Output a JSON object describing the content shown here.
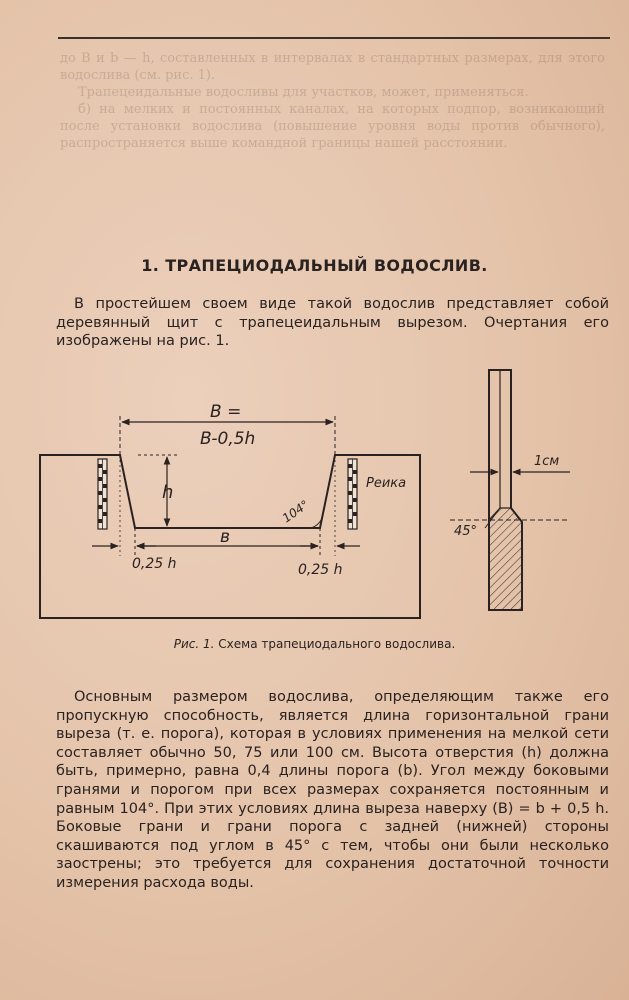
{
  "page": {
    "bleed_through_lines": [
      "до В и b — h, составленных в интервалах в стандартных размерах, для этого водослива (см. рис. 1).",
      "Трапецеидальные водосливы для участков, может, применяться.",
      "б) на мелких и постоянных каналах, на которых подпор, возникающий после установки водослива (повышение уровня воды против обычного), распространяется выше командной границы нашей расстоянии."
    ],
    "heading": "1. ТРАПЕЦИОДАЛЬНЫЙ ВОДОСЛИВ.",
    "intro_paragraph": "В простейшем своем виде такой водослив представляет собой деревянный щит с трапецеидальным вырезом. Очертания его изображены на рис. 1.",
    "figure": {
      "label_B_top": "B =",
      "label_B_bottom": "B-0,5h",
      "label_h": "h",
      "label_b": "в",
      "label_angle": "104°",
      "label_left_offset": "0,25 h",
      "label_right_offset": "0,25 h",
      "label_reika": "Реика",
      "label_one_cm": "1см",
      "label_45": "45°",
      "caption_label": "Рис. 1.",
      "caption_text": "Схема трапециодального водослива."
    },
    "body_paragraph": "Основным размером водослива, определяющим также его пропускную способность, является длина горизонтальной грани выреза (т. е. порога), которая в условиях применения на мелкой сети составляет обычно 50, 75 или 100 см. Высота отверстия (h) должна быть, примерно, равна 0,4 длины порога (b). Угол между боковыми гранями и порогом при всех размерах сохраняется постоянным и равным 104°. При этих условиях длина выреза наверху (B) = b + 0,5 h. Боковые грани и грани порога с задней (нижней) стороны скашиваются под углом в 45° с тем, чтобы они были несколько заострены; это требуется для сохранения достаточной точности измерения расхода воды."
  }
}
